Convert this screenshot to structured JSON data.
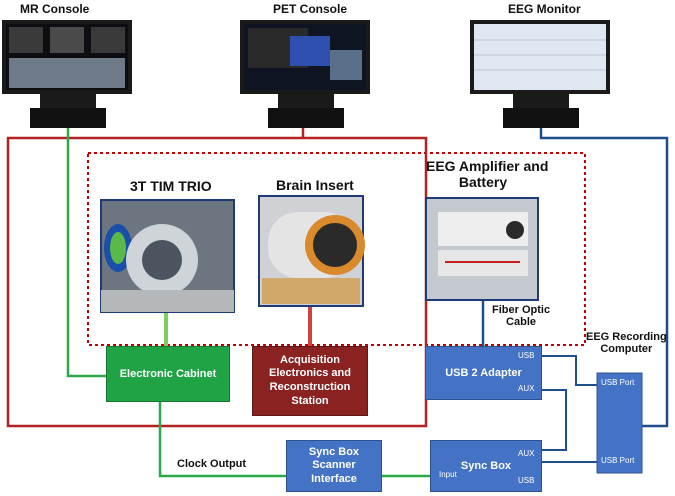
{
  "labels": {
    "mr_console": "MR  Console",
    "pet_console": "PET Console",
    "eeg_monitor": "EEG Monitor",
    "tim_trio": "3T TIM TRIO",
    "brain_insert": "Brain Insert",
    "eeg_amp_line1": "EEG Amplifier and",
    "eeg_amp_line2": "Battery",
    "fiber_line1": "Fiber Optic",
    "fiber_line2": "Cable",
    "eeg_rec_line1": "EEG Recording",
    "eeg_rec_line2": "Computer",
    "clock_output": "Clock Output"
  },
  "boxes": {
    "electronic_cabinet": "Electronic Cabinet",
    "acq_line1": "Acquisition",
    "acq_line2": "Electronics and",
    "acq_line3": "Reconstruction",
    "acq_line4": "Station",
    "usb2_adapter": "USB 2 Adapter",
    "sync_scanner_line1": "Sync Box",
    "sync_scanner_line2": "Scanner",
    "sync_scanner_line3": "Interface",
    "sync_box": "Sync Box"
  },
  "ports": {
    "usb": "USB",
    "aux": "AUX",
    "input": "Input",
    "usb_port": "USB  Port"
  },
  "colors": {
    "green": "#1fa345",
    "red_box": "#8b2222",
    "blue_box": "#4472c4",
    "red_line": "#b22222",
    "blue_line": "#1f4e8c",
    "green_line": "#2aa84a"
  }
}
